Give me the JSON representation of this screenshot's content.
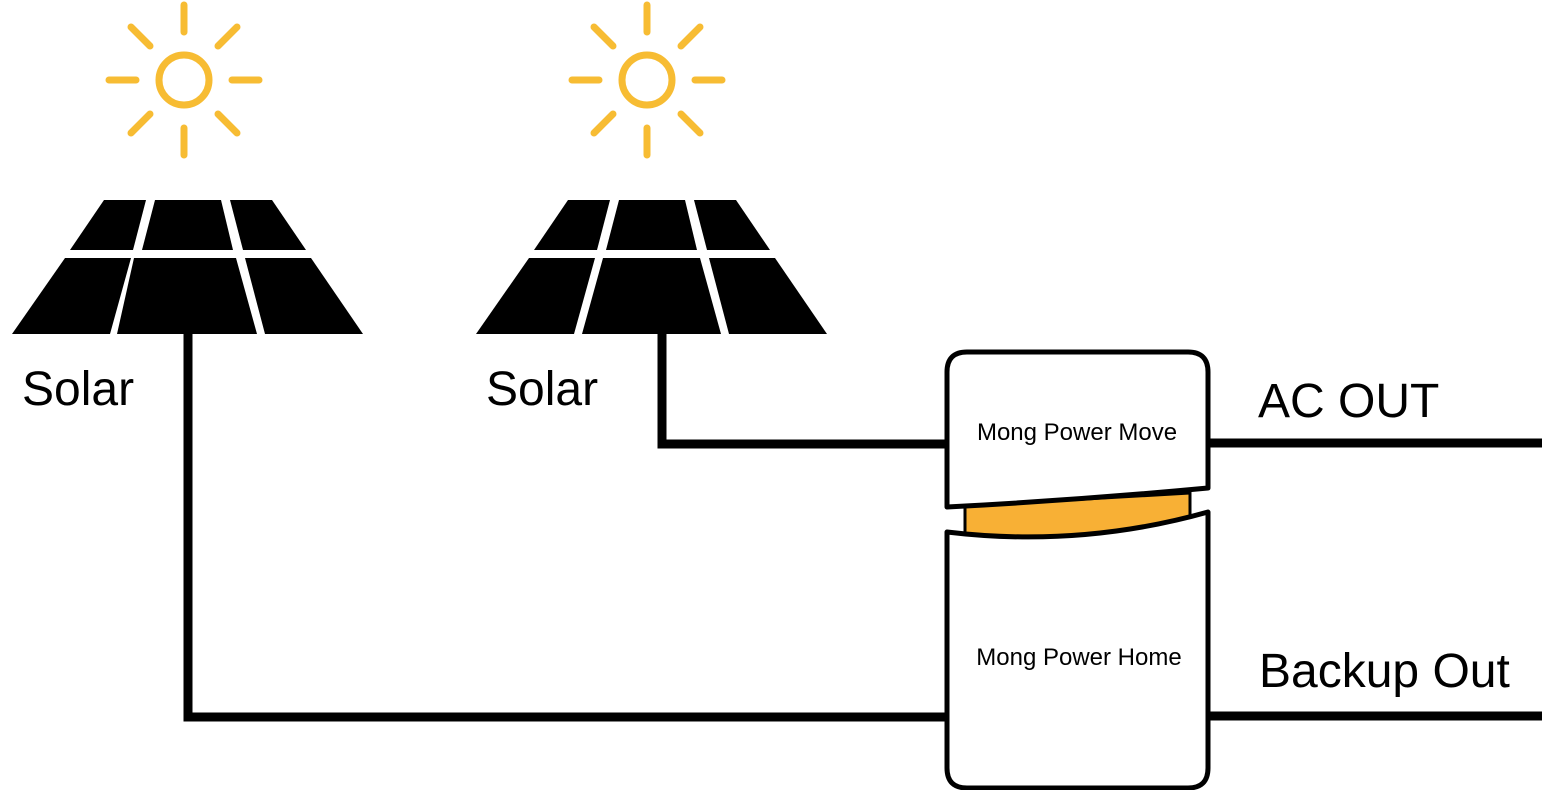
{
  "colors": {
    "sun": "#F7BC33",
    "panel": "#000000",
    "wire": "#000000",
    "connector": "#F8B035",
    "background": "#FFFFFF"
  },
  "solar_left": {
    "sun_icon": "sun-icon",
    "panel_icon": "solar-panel-icon",
    "label": "Solar"
  },
  "solar_middle": {
    "sun_icon": "sun-icon",
    "panel_icon": "solar-panel-icon",
    "label": "Solar"
  },
  "devices": {
    "move": {
      "label": "Mong Power Move"
    },
    "home": {
      "label": "Mong Power Home"
    }
  },
  "outputs": {
    "ac": {
      "label": "AC OUT"
    },
    "backup": {
      "label": "Backup Out"
    }
  }
}
